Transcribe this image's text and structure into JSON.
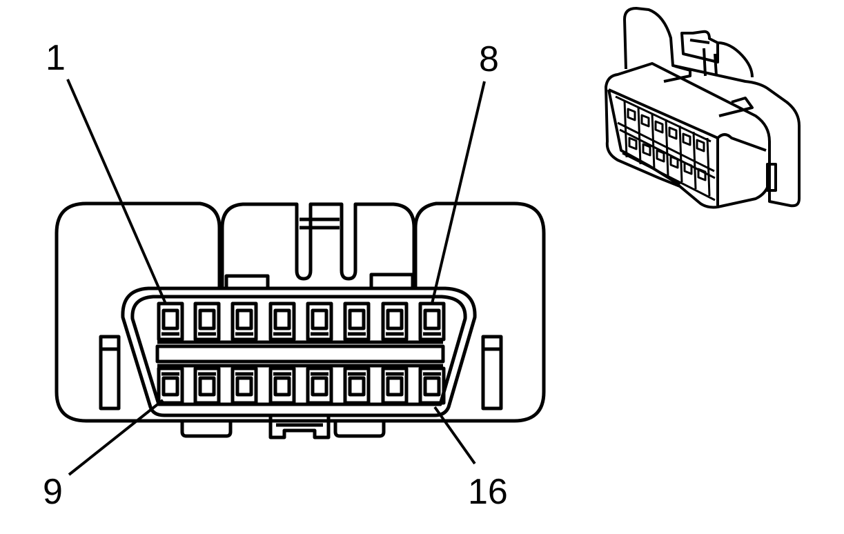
{
  "pin_labels": {
    "top_left": "1",
    "top_right": "8",
    "bottom_left": "9",
    "bottom_right": "16"
  },
  "connector": {
    "rows": 2,
    "pins_per_row": 8
  },
  "colors": {
    "line": "#000000",
    "background": "#ffffff"
  }
}
